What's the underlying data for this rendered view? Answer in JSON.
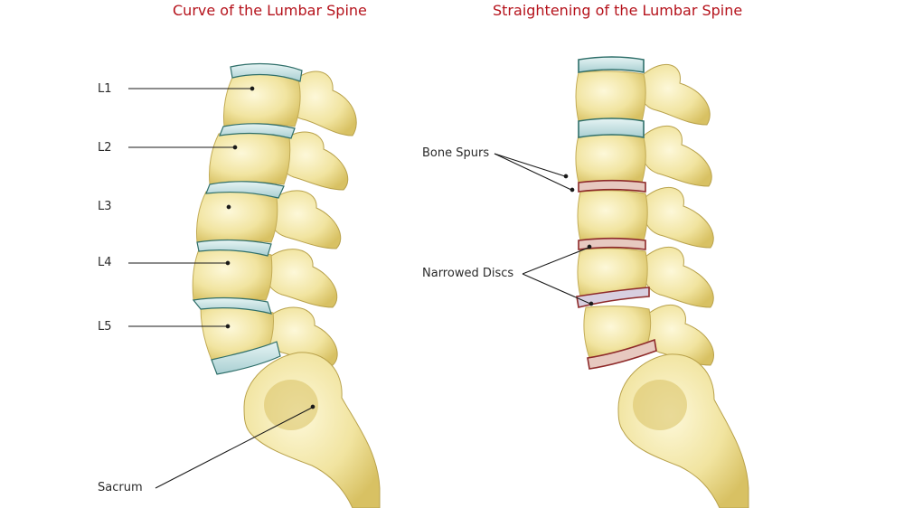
{
  "titles": {
    "normal": "Curve of the Lumbar Spine",
    "straight": "Straightening of the Lumbar Spine"
  },
  "left_labels": {
    "l1": "L1",
    "l2": "L2",
    "l3": "L3",
    "l4": "L4",
    "l5": "L5",
    "sacrum": "Sacrum"
  },
  "right_labels": {
    "bone_spurs": "Bone Spurs",
    "narrowed_discs": "Narrowed Discs"
  },
  "colors": {
    "title": "#b5121b",
    "bone": "#f3e7a8",
    "bone_shade": "#d9c56a",
    "disc": "#c9e4e6",
    "damaged_disc": "#b54a4a"
  }
}
